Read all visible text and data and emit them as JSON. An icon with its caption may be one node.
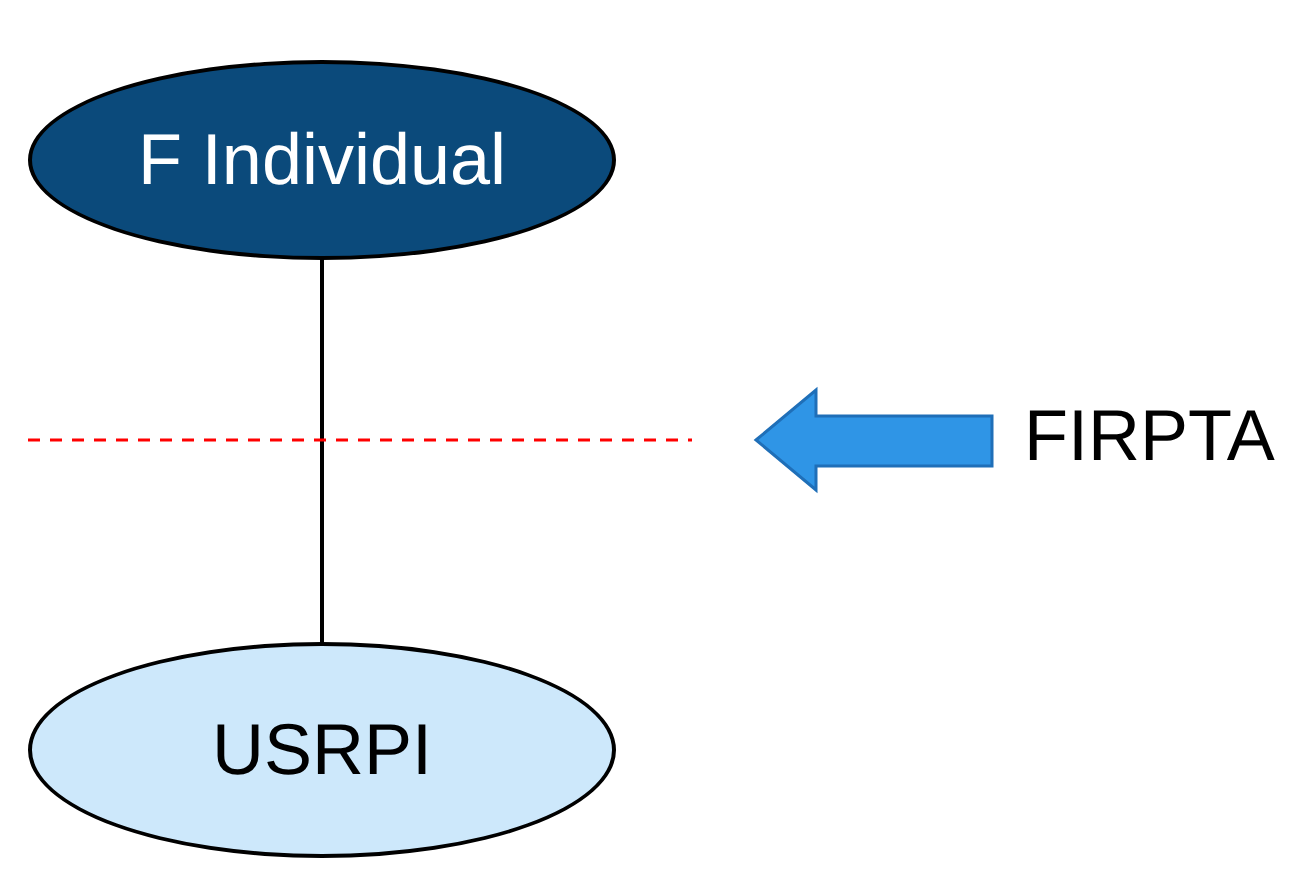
{
  "diagram": {
    "nodes": [
      {
        "text": [
          "F Individual"
        ]
      },
      {
        "text": [
          "USRPI"
        ]
      }
    ],
    "edges": [
      {
        "from": 0,
        "to": 1,
        "arrow": "none"
      }
    ],
    "labels": [
      "FIRPTA"
    ]
  }
}
